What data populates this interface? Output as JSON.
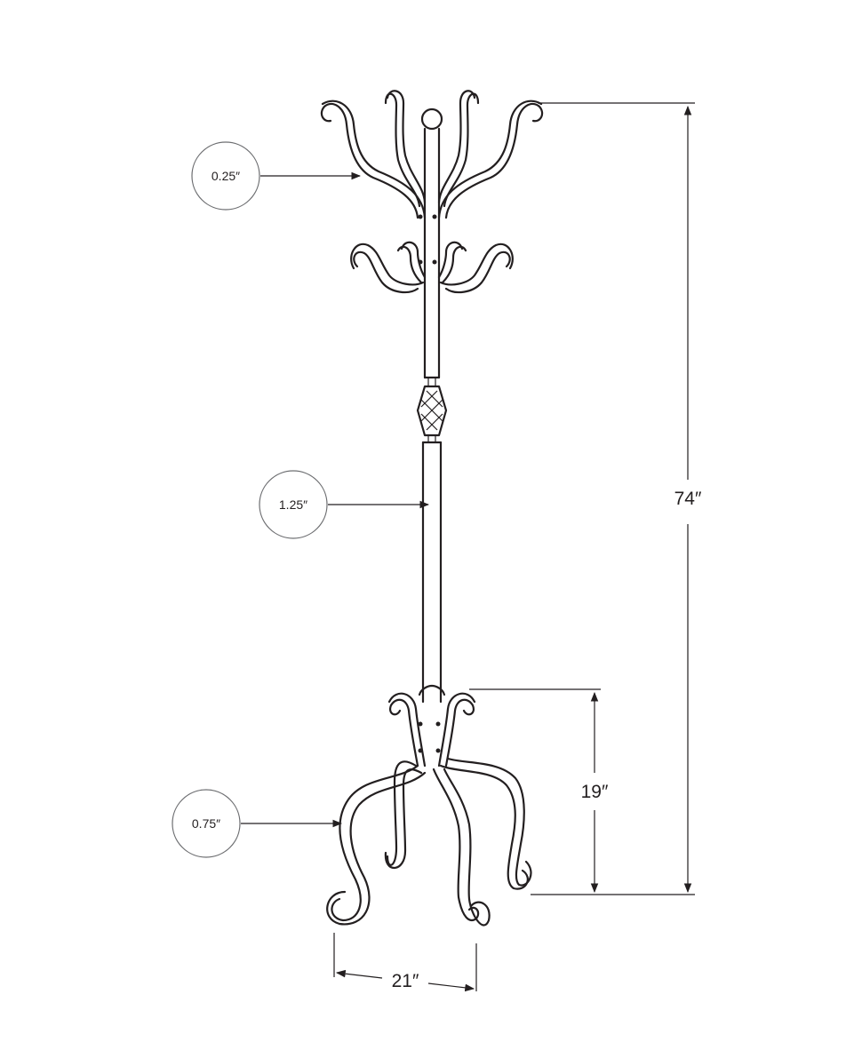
{
  "dimensions": {
    "height_total": "74″",
    "base_height": "19″",
    "base_width": "21″"
  },
  "callouts": {
    "hook_diameter": "0.25″",
    "pole_diameter": "1.25″",
    "leg_diameter": "0.75″"
  },
  "colors": {
    "line": "#231f20",
    "circle": "#6d6e71"
  }
}
